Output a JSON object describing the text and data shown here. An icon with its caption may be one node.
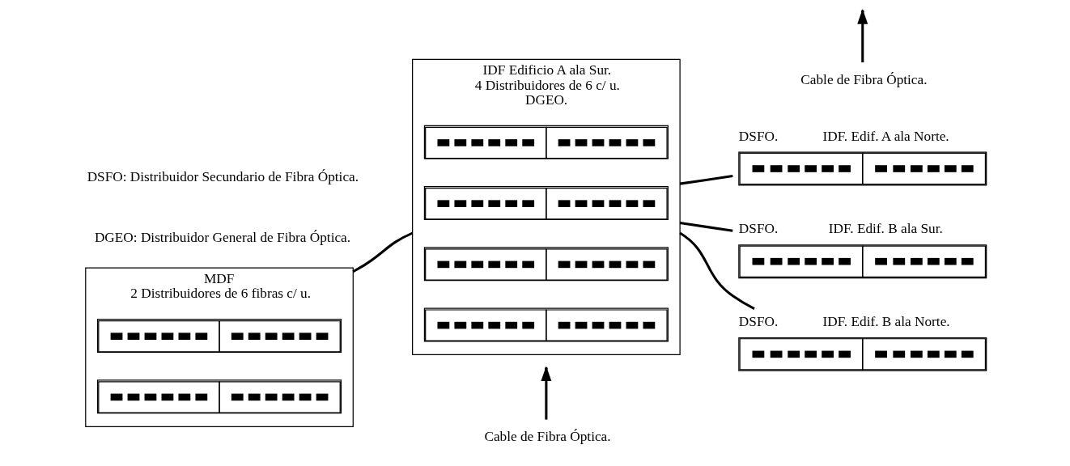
{
  "diagram": {
    "nodes": [
      {
        "text": [
          "MDF",
          "2 Distribuidores de 6 fibras c/ u."
        ]
      },
      {
        "text": [],
        "shape": "box",
        "in": 0
      },
      {
        "text": [],
        "shape": "box",
        "in": 0
      },
      {
        "text": [
          "IDF Edificio A ala Sur.",
          "4 Distribuidores de 6 c/ u.",
          "DGEO."
        ]
      },
      {
        "text": [],
        "shape": "box",
        "in": 3
      },
      {
        "text": [],
        "shape": "box",
        "in": 3
      },
      {
        "text": [],
        "shape": "box",
        "in": 3
      },
      {
        "text": [],
        "shape": "box",
        "in": 3
      },
      {
        "text": [
          "DSFO.",
          "IDF. Edif. A ala Norte."
        ]
      },
      {
        "text": [
          "DSFO.",
          "IDF. Edif. B ala Sur."
        ]
      },
      {
        "text": [
          "DSFO.",
          "IDF. Edif. B ala Norte."
        ]
      },
      {
        "text": [
          "Cable de Fibra Óptica."
        ]
      },
      {
        "text": [
          "Cable de Fibra Óptica."
        ]
      }
    ],
    "edges": [
      {
        "from": 0,
        "to": 3,
        "arrow": "none"
      },
      {
        "from": 3,
        "to": 8,
        "arrow": "none"
      },
      {
        "from": 3,
        "to": 9,
        "arrow": "none"
      },
      {
        "from": 3,
        "to": 10,
        "arrow": "none"
      },
      {
        "from": 11,
        "to": null,
        "arrow": "to"
      },
      {
        "from": 12,
        "to": null,
        "arrow": "to"
      }
    ],
    "labels": [
      "DGEO: Distribuidor General de Fibra Óptica.",
      "DSFO: Distribuidor Secundario de Fibra Óptica."
    ]
  }
}
